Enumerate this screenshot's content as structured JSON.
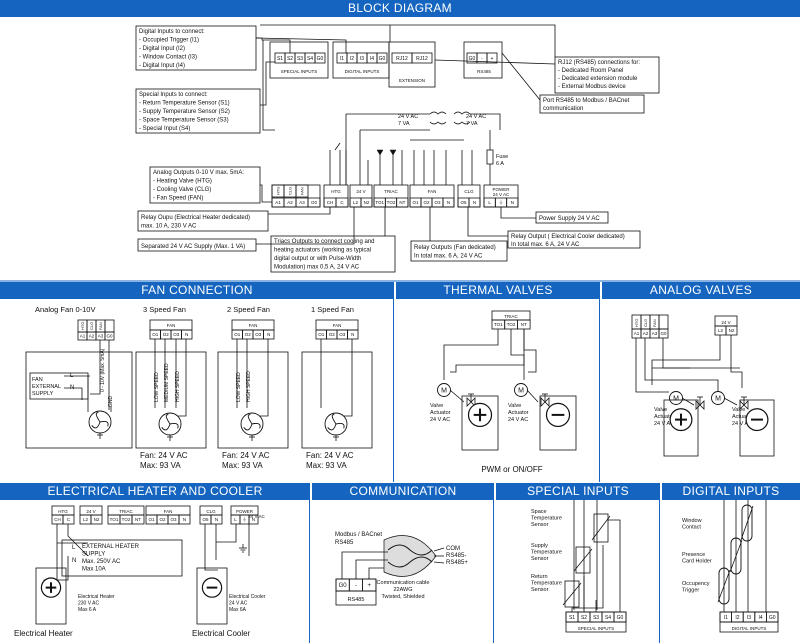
{
  "headers": {
    "block": "BLOCK DIAGRAM",
    "fan": "FAN CONNECTION",
    "thermal": "THERMAL VALVES",
    "analog": "ANALOG VALVES",
    "heater": "ELECTRICAL HEATER AND COOLER",
    "comm": "COMMUNICATION",
    "special": "SPECIAL INPUTS",
    "digital": "DIGITAL INPUTS"
  },
  "block": {
    "digital_inputs_note": [
      "Digital Inputs to connect:",
      "-   Occupied Trigger (I1)",
      "-   Digital Input (I2)",
      "-   Window Contact (I3)",
      "-   Digital Input (I4)"
    ],
    "special_inputs_note": [
      "Special Inputs to connect:",
      "-   Return Temperature Sensor (S1)",
      "-   Supply Temperature Sensor (S2)",
      "-   Space Temperature Sensor (S3)",
      "-   Special Input (S4)"
    ],
    "analog_outputs_note": [
      "Analog Outputs 0-10 V max. 5mA:",
      "-   Heating Valve (HTG)",
      "-   Cooling Valve (CLG)",
      "-   Fan Speed (FAN)"
    ],
    "relay_heater_note": [
      "Relay Oupu (Electrical Heater dedicated)",
      "max. 10 A, 230 V AC"
    ],
    "separated_supply_note": "Separated 24 V AC Supply (Max. 1 VA)",
    "triac_note": [
      "Triacs Outputs to connect cooling and",
      "heating actuators (working as typical",
      "digital output or with Pulse-Width",
      "Modulation) max 0,5 A, 24 V AC"
    ],
    "relay_fan_note": [
      "Relay Outputs (Fan dedicated)",
      "In total max. 6 A, 24 V AC"
    ],
    "relay_cooler_note": [
      "Relay Output  ( Electrical Cooler dedicated)",
      "In total max. 6 A, 24 V AC"
    ],
    "power_supply_note": "Power Supply 24 V AC",
    "rs485_note": [
      "Port RS485 to Modbus / BACnet",
      "communication"
    ],
    "rj12_note": [
      "RJ12 (RS485) connections for:",
      "-   Dedicated Room Panel",
      "-   Dedicated extension module",
      "-   External Modbus device"
    ],
    "special_terms": [
      "S1",
      "S2",
      "S3",
      "S4",
      "G0"
    ],
    "special_caption": "SPECIAL INPUTS",
    "digital_terms": [
      "I1",
      "I2",
      "I3",
      "I4",
      "G0"
    ],
    "digital_caption": "DIGITAL INPUTS",
    "rj_terms": [
      "RJ12",
      "RJ12"
    ],
    "rj_caption": "EXTENSION",
    "rs_terms": [
      "G0",
      "-",
      "+"
    ],
    "rs_caption": "RS485",
    "tr1": [
      "24 V AC",
      "7 VA"
    ],
    "tr2": [
      "24 V AC",
      "7 VA"
    ],
    "fuse": [
      "Fuse",
      "6 A"
    ],
    "modules": [
      {
        "title": "",
        "sub": [
          "HTG",
          "CLG",
          "FAN"
        ],
        "terms": [
          "A1",
          "A2",
          "A3",
          "G0"
        ]
      },
      {
        "title": "HTG",
        "terms": [
          "CH",
          "C"
        ]
      },
      {
        "title": "24 V",
        "terms": [
          "L2",
          "N2"
        ]
      },
      {
        "title": "TRIAC",
        "terms": [
          "TO1",
          "TO2",
          "NT"
        ]
      },
      {
        "title": "FAN",
        "terms": [
          "O1",
          "O2",
          "O3",
          "N"
        ]
      },
      {
        "title": "CLG",
        "terms": [
          "O5",
          "N"
        ]
      },
      {
        "title": "POWER 24 V AC",
        "terms": [
          "L",
          "⏚",
          "N"
        ]
      }
    ]
  },
  "fan": {
    "titles": [
      "Analog Fan 0-10V",
      "3 Speed Fan",
      "2 Speed Fan",
      "1 Speed Fan"
    ],
    "analog_terms": [
      "A1",
      "A2",
      "A3",
      "G0"
    ],
    "analog_sub": [
      "HTG",
      "CLG",
      "FAN"
    ],
    "supply_label": [
      "FAN",
      "EXTERNAL",
      "SUPPLY"
    ],
    "analog_wires": [
      "0 - 10V (Max. 5mA)",
      "GND"
    ],
    "fan_terms": [
      "O1",
      "O2",
      "O3",
      "N"
    ],
    "fan_title": "FAN",
    "speeds3": [
      "LOW SPEED",
      "MEDIUM SPEED",
      "HIGH SPEED"
    ],
    "speeds2": [
      "LOW SPEED",
      "HIGH SPEED"
    ],
    "spec": [
      "Fan: 24 V AC",
      "Max: 93 VA"
    ],
    "L": "L",
    "N": "N"
  },
  "thermal": {
    "triac_title": "TRIAC",
    "terms": [
      "TO1",
      "TO2",
      "NT"
    ],
    "actuator": [
      "Valve",
      "Actuator",
      "24 V AC"
    ],
    "caption": "PWM or ON/OFF"
  },
  "analog": {
    "terms": [
      "A1",
      "A2",
      "A3",
      "G0"
    ],
    "sub": [
      "HTG",
      "CLG",
      "FAN"
    ],
    "v24_title": "24 V",
    "v24_terms": [
      "L2",
      "N2"
    ],
    "actuator": [
      "Valve",
      "Actuator",
      "24 V AC"
    ]
  },
  "heater": {
    "htg_title": "HTG",
    "htg_terms": [
      "CH",
      "C"
    ],
    "v24_title": "24 V",
    "v24_terms": [
      "L2",
      "N2"
    ],
    "triac_title": "TRIAC",
    "triac_terms": [
      "TO1",
      "TO2",
      "NT"
    ],
    "fan_title": "FAN",
    "fan_terms": [
      "O1",
      "O2",
      "O3",
      "N"
    ],
    "clg_title": "CLG",
    "clg_terms": [
      "O5",
      "N"
    ],
    "pwr_title": [
      "POWER",
      "24 V AC"
    ],
    "pwr_terms": [
      "L",
      "⏚",
      "N"
    ],
    "ext": [
      "EXTERNAL HEATER",
      "SUPPLY",
      "Max. 250V AC",
      "Max 10A"
    ],
    "L": "L",
    "N": "N",
    "heater_spec": [
      "Electrical Heater",
      "230 V AC",
      "Max 6 A"
    ],
    "cooler_spec": [
      "Electrical Cooler",
      "24 V AC",
      "Max 6A"
    ],
    "heater_label": "Electrical Heater",
    "cooler_label": "Electrical Cooler"
  },
  "comm": {
    "modbus": [
      "Modbus / BACnet",
      "RS485"
    ],
    "lines": [
      "COM",
      "RS485-",
      "RS485+"
    ],
    "terms": [
      "G0",
      "-",
      "+"
    ],
    "caption": "RS485",
    "cable": [
      "Communication cable",
      "22AWG",
      "Twisted, Shielded"
    ]
  },
  "special": {
    "labels": [
      [
        "Space",
        "Temperature",
        "Sensor"
      ],
      [
        "Supply",
        "Temperature",
        "Sensor"
      ],
      [
        "Return",
        "Temperature",
        "Sensor"
      ]
    ],
    "terms": [
      "S1",
      "S2",
      "S3",
      "S4",
      "G0"
    ],
    "caption": "SPECIAL INPUTS"
  },
  "digital": {
    "labels": [
      [
        "Window",
        "Contact"
      ],
      [
        "Presence",
        "Card Holder"
      ],
      [
        "Occupency",
        "Trigger"
      ]
    ],
    "terms": [
      "I1",
      "I2",
      "I3",
      "I4",
      "G0"
    ],
    "caption": "DIGITAL INPUTS"
  }
}
